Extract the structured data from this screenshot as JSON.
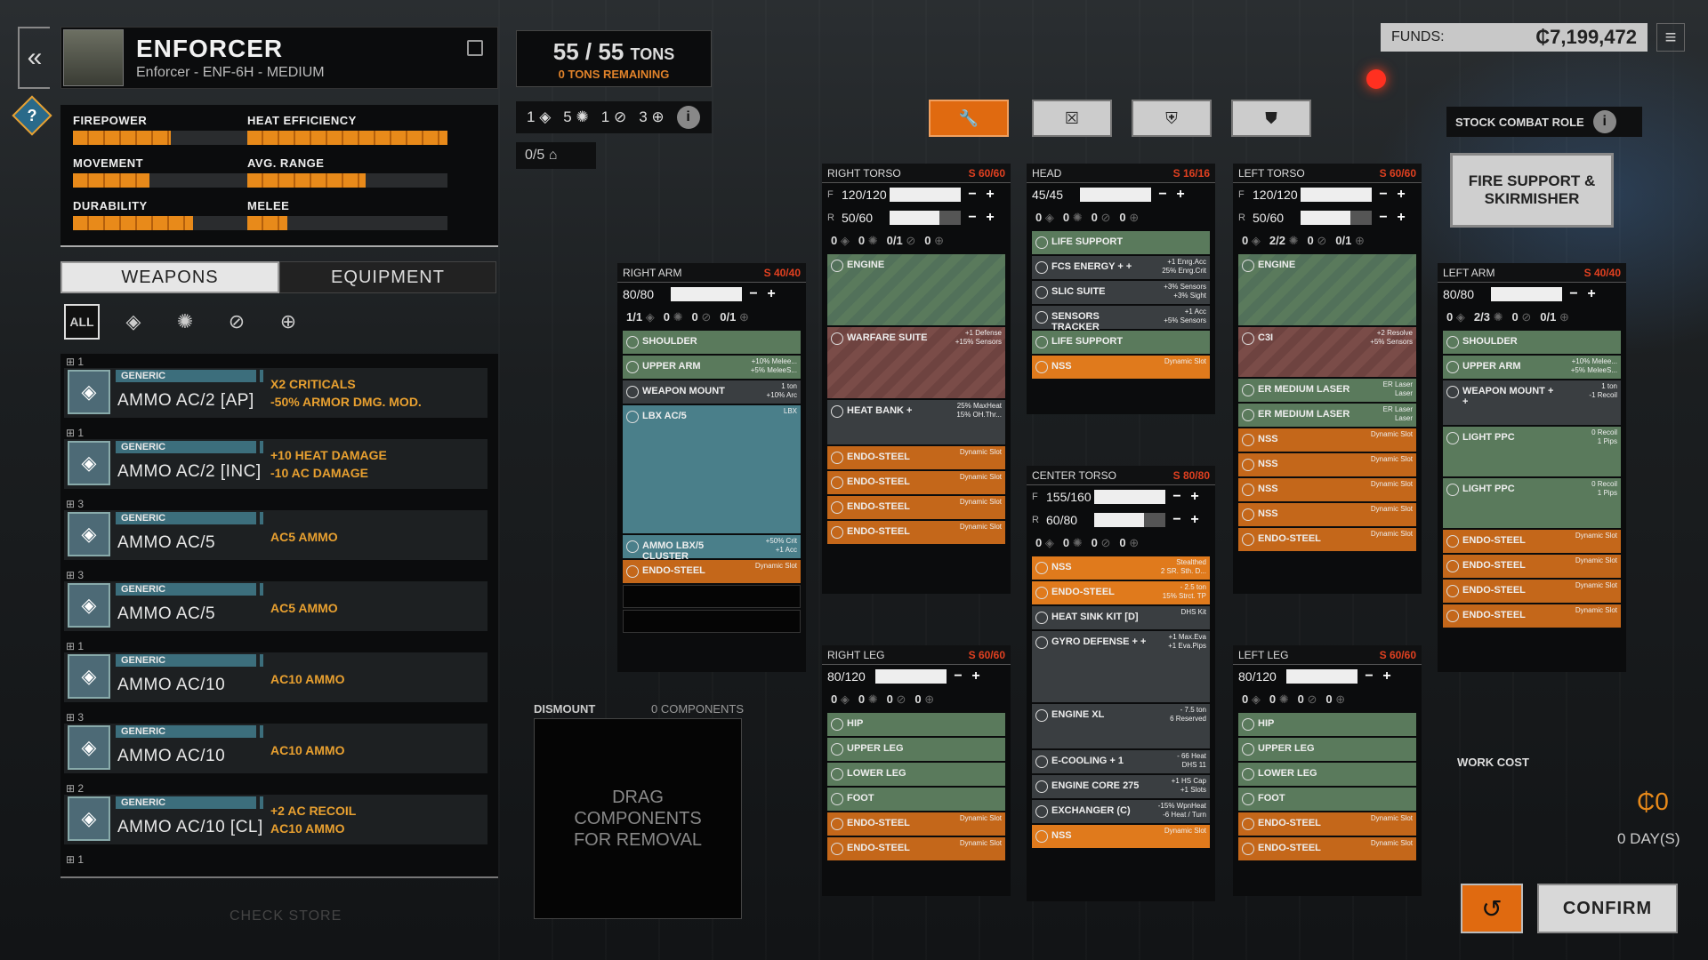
{
  "mech": {
    "name": "ENFORCER",
    "subtitle": "Enforcer - ENF-6H - MEDIUM"
  },
  "stats": [
    {
      "label": "FIREPOWER",
      "value": 0.49
    },
    {
      "label": "HEAT EFFICIENCY",
      "value": 1.0
    },
    {
      "label": "MOVEMENT",
      "value": 0.38
    },
    {
      "label": "AVG. RANGE",
      "value": 0.59
    },
    {
      "label": "DURABILITY",
      "value": 0.6
    },
    {
      "label": "MELEE",
      "value": 0.2
    }
  ],
  "tonnage": {
    "current": "55",
    "max": "55",
    "unit": "TONS",
    "remaining": "0 TONS REMAINING"
  },
  "slot_summary": {
    "ballistic": "1",
    "energy": "5",
    "missile": "1",
    "support": "3",
    "info": "i"
  },
  "jump": {
    "value": "0/5"
  },
  "tabs": {
    "weapons": "WEAPONS",
    "equipment": "EQUIPMENT"
  },
  "filter_all": "ALL",
  "weapons": [
    {
      "count": "1",
      "tag": "GENERIC",
      "name": "AMMO AC/2 [AP]",
      "e1": "X2 CRITICALS",
      "e2": "-50% ARMOR DMG. MOD."
    },
    {
      "count": "1",
      "tag": "GENERIC",
      "name": "AMMO AC/2 [INC]",
      "e1": "+10 HEAT DAMAGE",
      "e2": "-10 AC DAMAGE"
    },
    {
      "count": "3",
      "tag": "GENERIC",
      "name": "AMMO AC/5",
      "e1": "AC5 AMMO",
      "e2": ""
    },
    {
      "count": "3",
      "tag": "GENERIC",
      "name": "AMMO AC/5",
      "e1": "AC5 AMMO",
      "e2": ""
    },
    {
      "count": "1",
      "tag": "GENERIC",
      "name": "AMMO AC/10",
      "e1": "AC10 AMMO",
      "e2": ""
    },
    {
      "count": "3",
      "tag": "GENERIC",
      "name": "AMMO AC/10",
      "e1": "AC10 AMMO",
      "e2": ""
    },
    {
      "count": "2",
      "tag": "GENERIC",
      "name": "AMMO AC/10 [CL]",
      "e1": "+2 AC RECOIL",
      "e2": "AC10 AMMO"
    }
  ],
  "last_count": "1",
  "check_store": "CHECK STORE",
  "funds": {
    "label": "FUNDS:",
    "value": "₵7,199,472"
  },
  "stock_role": {
    "label": "STOCK COMBAT ROLE",
    "info": "i",
    "role": "FIRE SUPPORT & SKIRMISHER"
  },
  "parts": {
    "right_torso": {
      "name": "RIGHT TORSO",
      "s": "S 60/60",
      "front": "120/120",
      "rear": "50/60",
      "icons": [
        "0",
        "0",
        "0/1",
        "0"
      ],
      "slots": [
        {
          "label": "ENGINE",
          "note": "",
          "cls": "s-greenbig",
          "h": 80
        },
        {
          "label": "WARFARE SUITE",
          "note": "+1 Defense\n+15% Sensors",
          "cls": "s-red",
          "h": 80
        },
        {
          "label": "HEAT BANK +",
          "note": "25% MaxHeat\n15% OH.Thr...",
          "cls": "s-gray",
          "h": 50
        },
        {
          "label": "ENDO-STEEL",
          "note": "Dynamic Slot",
          "cls": "s-orange",
          "h": 26
        },
        {
          "label": "ENDO-STEEL",
          "note": "Dynamic Slot",
          "cls": "s-orange",
          "h": 26
        },
        {
          "label": "ENDO-STEEL",
          "note": "Dynamic Slot",
          "cls": "s-orange",
          "h": 26
        },
        {
          "label": "ENDO-STEEL",
          "note": "Dynamic Slot",
          "cls": "s-orange",
          "h": 26
        }
      ]
    },
    "head": {
      "name": "HEAD",
      "s": "S 16/16",
      "front": "45/45",
      "icons": [
        "0",
        "0",
        "0",
        "0"
      ],
      "slots": [
        {
          "label": "LIFE SUPPORT",
          "note": "",
          "cls": "s-green",
          "h": 26
        },
        {
          "label": "FCS ENERGY + +",
          "note": "+1 Enrg.Acc\n25% Enrg.Crit",
          "cls": "s-gray",
          "h": 26
        },
        {
          "label": "SLIC SUITE",
          "note": "+3% Sensors\n+3% Sight",
          "cls": "s-gray",
          "h": 26
        },
        {
          "label": "SENSORS TRACKER",
          "note": "+1 Acc\n+5% Sensors",
          "cls": "s-gray",
          "h": 26
        },
        {
          "label": "LIFE SUPPORT",
          "note": "",
          "cls": "s-green",
          "h": 26
        },
        {
          "label": "NSS",
          "note": "Dynamic Slot",
          "cls": "s-orangeb",
          "h": 26
        }
      ]
    },
    "left_torso": {
      "name": "LEFT TORSO",
      "s": "S 60/60",
      "front": "120/120",
      "rear": "50/60",
      "icons": [
        "0",
        "2/2",
        "0",
        "0/1"
      ],
      "slots": [
        {
          "label": "ENGINE",
          "note": "",
          "cls": "s-greenbig",
          "h": 80
        },
        {
          "label": "C3I",
          "note": "+2 Resolve\n+5% Sensors",
          "cls": "s-red",
          "h": 56
        },
        {
          "label": "ER MEDIUM LASER",
          "note": "ER Laser\nLaser",
          "cls": "s-green",
          "h": 26
        },
        {
          "label": "ER MEDIUM LASER",
          "note": "ER Laser\nLaser",
          "cls": "s-green",
          "h": 26
        },
        {
          "label": "NSS",
          "note": "Dynamic Slot",
          "cls": "s-orange",
          "h": 26
        },
        {
          "label": "NSS",
          "note": "Dynamic Slot",
          "cls": "s-orange",
          "h": 26
        },
        {
          "label": "NSS",
          "note": "Dynamic Slot",
          "cls": "s-orange",
          "h": 26
        },
        {
          "label": "NSS",
          "note": "Dynamic Slot",
          "cls": "s-orange",
          "h": 26
        },
        {
          "label": "ENDO-STEEL",
          "note": "Dynamic Slot",
          "cls": "s-orange",
          "h": 26
        }
      ]
    },
    "right_arm": {
      "name": "RIGHT ARM",
      "s": "S 40/40",
      "front": "80/80",
      "icons": [
        "1/1",
        "0",
        "0",
        "0/1"
      ],
      "slots": [
        {
          "label": "SHOULDER",
          "note": "",
          "cls": "s-green",
          "h": 26
        },
        {
          "label": "UPPER ARM",
          "note": "+10% Melee...\n+5% MeleeS...",
          "cls": "s-green",
          "h": 26
        },
        {
          "label": "WEAPON MOUNT",
          "note": "1 ton\n+10% Arc",
          "cls": "s-gray",
          "h": 26
        },
        {
          "label": "LBX AC/5",
          "note": "LBX",
          "cls": "s-blue",
          "h": 144
        },
        {
          "label": "AMMO LBX/5 CLUSTER",
          "note": "+50% Crit\n+1 Acc",
          "cls": "s-blue",
          "h": 26
        },
        {
          "label": "ENDO-STEEL",
          "note": "Dynamic Slot",
          "cls": "s-orange",
          "h": 26
        },
        {
          "label": "",
          "note": "",
          "cls": "s-empty",
          "h": 26
        },
        {
          "label": "",
          "note": "",
          "cls": "s-empty",
          "h": 26
        }
      ]
    },
    "left_arm": {
      "name": "LEFT ARM",
      "s": "S 40/40",
      "front": "80/80",
      "icons": [
        "0",
        "2/3",
        "0",
        "0/1"
      ],
      "slots": [
        {
          "label": "SHOULDER",
          "note": "",
          "cls": "s-green",
          "h": 26
        },
        {
          "label": "UPPER ARM",
          "note": "+10% Melee...\n+5% MeleeS...",
          "cls": "s-green",
          "h": 26
        },
        {
          "label": "WEAPON MOUNT + +",
          "note": "1 ton\n-1 Recoil",
          "cls": "s-gray",
          "h": 50
        },
        {
          "label": "LIGHT PPC",
          "note": "0 Recoil\n1 Pips",
          "cls": "s-green",
          "h": 56
        },
        {
          "label": "LIGHT PPC",
          "note": "0 Recoil\n1 Pips",
          "cls": "s-green",
          "h": 56
        },
        {
          "label": "ENDO-STEEL",
          "note": "Dynamic Slot",
          "cls": "s-orange",
          "h": 26
        },
        {
          "label": "ENDO-STEEL",
          "note": "Dynamic Slot",
          "cls": "s-orange",
          "h": 26
        },
        {
          "label": "ENDO-STEEL",
          "note": "Dynamic Slot",
          "cls": "s-orange",
          "h": 26
        },
        {
          "label": "ENDO-STEEL",
          "note": "Dynamic Slot",
          "cls": "s-orange",
          "h": 26
        }
      ]
    },
    "center_torso": {
      "name": "CENTER TORSO",
      "s": "S 80/80",
      "front": "155/160",
      "rear": "60/80",
      "icons": [
        "0",
        "0",
        "0",
        "0"
      ],
      "slots": [
        {
          "label": "NSS",
          "note": "Stealthed\n2 SR. Sth. D...",
          "cls": "s-orangeb",
          "h": 26
        },
        {
          "label": "ENDO-STEEL",
          "note": "- 2.5 ton\n15% Strct. TP",
          "cls": "s-orangeb",
          "h": 26
        },
        {
          "label": "HEAT SINK KIT [D]",
          "note": "DHS Kit",
          "cls": "s-gray",
          "h": 26
        },
        {
          "label": "GYRO DEFENSE + +",
          "note": "+1 Max.Eva\n+1 Eva.Pips",
          "cls": "s-gray",
          "h": 80
        },
        {
          "label": "ENGINE XL",
          "note": "- 7.5 ton\n6 Reserved",
          "cls": "s-gray",
          "h": 50
        },
        {
          "label": "E-COOLING + 1",
          "note": "- 66 Heat\nDHS 11",
          "cls": "s-gray",
          "h": 26
        },
        {
          "label": "ENGINE CORE 275",
          "note": "+1 HS Cap\n+1 Slots",
          "cls": "s-gray",
          "h": 26
        },
        {
          "label": "EXCHANGER (C)",
          "note": "-15% WpnHeat\n-6 Heat / Turn",
          "cls": "s-gray",
          "h": 26
        },
        {
          "label": "NSS",
          "note": "Dynamic Slot",
          "cls": "s-orangeb",
          "h": 26
        }
      ]
    },
    "right_leg": {
      "name": "RIGHT LEG",
      "s": "S 60/60",
      "front": "80/120",
      "icons": [
        "0",
        "0",
        "0",
        "0"
      ],
      "slots": [
        {
          "label": "HIP",
          "note": "",
          "cls": "s-green",
          "h": 26
        },
        {
          "label": "UPPER LEG",
          "note": "",
          "cls": "s-green",
          "h": 26
        },
        {
          "label": "LOWER LEG",
          "note": "",
          "cls": "s-green",
          "h": 26
        },
        {
          "label": "FOOT",
          "note": "",
          "cls": "s-green",
          "h": 26
        },
        {
          "label": "ENDO-STEEL",
          "note": "Dynamic Slot",
          "cls": "s-orange",
          "h": 26
        },
        {
          "label": "ENDO-STEEL",
          "note": "Dynamic Slot",
          "cls": "s-orange",
          "h": 26
        }
      ]
    },
    "left_leg": {
      "name": "LEFT LEG",
      "s": "S 60/60",
      "front": "80/120",
      "icons": [
        "0",
        "0",
        "0",
        "0"
      ],
      "slots": [
        {
          "label": "HIP",
          "note": "",
          "cls": "s-green",
          "h": 26
        },
        {
          "label": "UPPER LEG",
          "note": "",
          "cls": "s-green",
          "h": 26
        },
        {
          "label": "LOWER LEG",
          "note": "",
          "cls": "s-green",
          "h": 26
        },
        {
          "label": "FOOT",
          "note": "",
          "cls": "s-green",
          "h": 26
        },
        {
          "label": "ENDO-STEEL",
          "note": "Dynamic Slot",
          "cls": "s-orange",
          "h": 26
        },
        {
          "label": "ENDO-STEEL",
          "note": "Dynamic Slot",
          "cls": "s-orange",
          "h": 26
        }
      ]
    }
  },
  "dismount": {
    "label": "DISMOUNT",
    "count": "0 COMPONENTS",
    "hint": "DRAG COMPONENTS FOR REMOVAL"
  },
  "work_cost": {
    "label": "WORK COST",
    "value": "₵0",
    "days": "0 DAY(S)"
  },
  "confirm": "CONFIRM"
}
